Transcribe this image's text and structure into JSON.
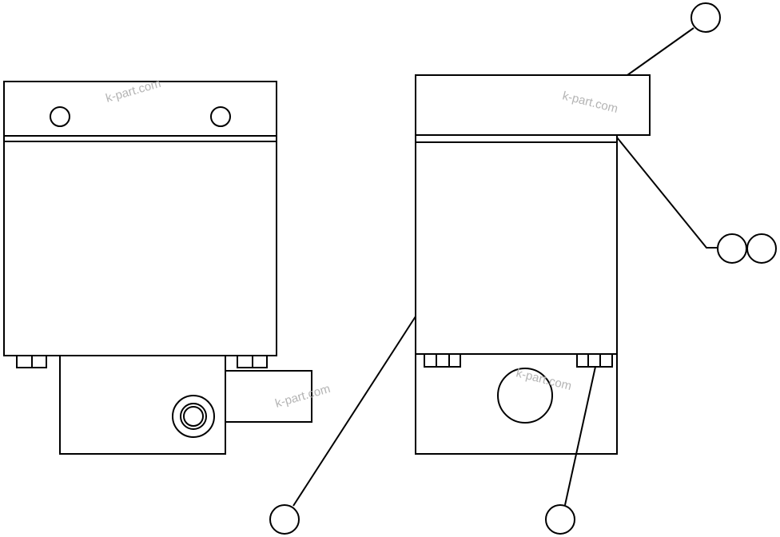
{
  "diagram": {
    "line_color": "#000000",
    "background": "#ffffff",
    "watermark": {
      "text": "k-part.com",
      "color": "#b4b4b4"
    },
    "callouts": [
      {
        "id": "callout-top-right",
        "label": ""
      },
      {
        "id": "callout-right-a",
        "label": ""
      },
      {
        "id": "callout-right-b",
        "label": ""
      },
      {
        "id": "callout-bottom-left",
        "label": ""
      },
      {
        "id": "callout-bottom-right",
        "label": ""
      }
    ]
  }
}
